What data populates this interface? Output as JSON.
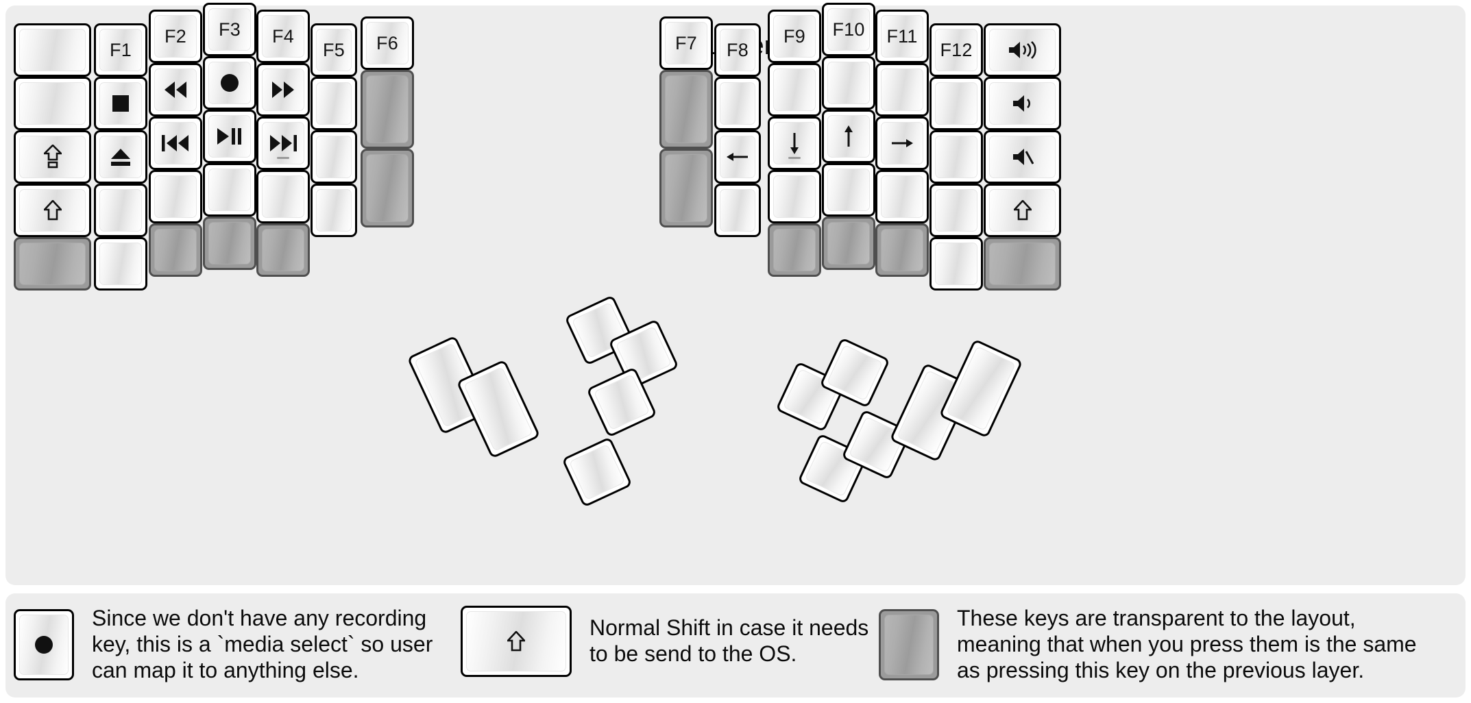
{
  "title": "fn Layer",
  "colors": {
    "page_background": "#ffffff",
    "panel_background": "#ededed",
    "key_face": "#ffffff",
    "key_border": "#000000",
    "transparent_key": "#9b9b9b",
    "transparent_key_border": "#4f4f4f",
    "legend_text": "#0b0b0b"
  },
  "left_half": {
    "columns": [
      {
        "name": "col-pinky-outer",
        "keys": [
          {
            "label": "",
            "icon": "blank",
            "type": "normal"
          },
          {
            "label": "",
            "icon": "blank",
            "type": "normal"
          },
          {
            "label": "",
            "icon": "caps-lock-shift",
            "type": "normal"
          },
          {
            "label": "",
            "icon": "shift-arrow",
            "type": "normal"
          },
          {
            "label": "",
            "icon": "transparent",
            "type": "transparent"
          }
        ]
      },
      {
        "name": "col-pinky",
        "keys": [
          {
            "label": "F1",
            "icon": "",
            "type": "normal"
          },
          {
            "label": "",
            "icon": "media-stop",
            "type": "normal"
          },
          {
            "label": "",
            "icon": "media-eject",
            "type": "normal"
          },
          {
            "label": "",
            "icon": "blank",
            "type": "normal"
          },
          {
            "label": "",
            "icon": "blank",
            "type": "normal"
          }
        ]
      },
      {
        "name": "col-ring",
        "keys": [
          {
            "label": "F2",
            "icon": "",
            "type": "normal"
          },
          {
            "label": "",
            "icon": "media-rewind",
            "type": "normal"
          },
          {
            "label": "",
            "icon": "media-prev-track",
            "type": "normal"
          },
          {
            "label": "",
            "icon": "blank",
            "type": "normal"
          },
          {
            "label": "",
            "icon": "transparent",
            "type": "transparent"
          }
        ]
      },
      {
        "name": "col-middle",
        "keys": [
          {
            "label": "F3",
            "icon": "",
            "type": "normal"
          },
          {
            "label": "",
            "icon": "media-record",
            "type": "normal"
          },
          {
            "label": "",
            "icon": "media-play-pause",
            "type": "normal"
          },
          {
            "label": "",
            "icon": "blank",
            "type": "normal"
          },
          {
            "label": "",
            "icon": "transparent",
            "type": "transparent"
          }
        ]
      },
      {
        "name": "col-index",
        "keys": [
          {
            "label": "F4",
            "icon": "",
            "type": "normal"
          },
          {
            "label": "",
            "icon": "media-fast-forward",
            "type": "normal"
          },
          {
            "label": "",
            "icon": "media-next-track",
            "type": "normal",
            "homing": true
          },
          {
            "label": "",
            "icon": "blank",
            "type": "normal"
          },
          {
            "label": "",
            "icon": "transparent",
            "type": "transparent"
          }
        ]
      },
      {
        "name": "col-index-inner",
        "keys": [
          {
            "label": "F5",
            "icon": "",
            "type": "normal"
          },
          {
            "label": "",
            "icon": "blank",
            "type": "normal"
          },
          {
            "label": "",
            "icon": "blank",
            "type": "normal"
          },
          {
            "label": "",
            "icon": "blank",
            "type": "normal"
          }
        ]
      },
      {
        "name": "col-inner",
        "keys": [
          {
            "label": "F6",
            "icon": "",
            "type": "normal"
          },
          {
            "label": "",
            "icon": "transparent",
            "type": "transparent"
          },
          {
            "label": "",
            "icon": "transparent",
            "type": "transparent"
          }
        ]
      }
    ],
    "thumb_cluster": [
      {
        "label": "",
        "icon": "blank",
        "type": "normal",
        "size": "tall"
      },
      {
        "label": "",
        "icon": "blank",
        "type": "normal",
        "size": "tall"
      },
      {
        "label": "",
        "icon": "blank",
        "type": "normal",
        "size": "small"
      },
      {
        "label": "",
        "icon": "blank",
        "type": "normal",
        "size": "small"
      },
      {
        "label": "",
        "icon": "blank",
        "type": "normal",
        "size": "small"
      },
      {
        "label": "",
        "icon": "blank",
        "type": "normal",
        "size": "small"
      }
    ]
  },
  "right_half": {
    "columns": [
      {
        "name": "col-inner",
        "keys": [
          {
            "label": "F7",
            "icon": "",
            "type": "normal"
          },
          {
            "label": "",
            "icon": "transparent",
            "type": "transparent"
          },
          {
            "label": "",
            "icon": "transparent",
            "type": "transparent"
          }
        ]
      },
      {
        "name": "col-index-inner",
        "keys": [
          {
            "label": "F8",
            "icon": "",
            "type": "normal"
          },
          {
            "label": "",
            "icon": "blank",
            "type": "normal"
          },
          {
            "label": "",
            "icon": "arrow-left",
            "type": "normal"
          },
          {
            "label": "",
            "icon": "blank",
            "type": "normal"
          }
        ]
      },
      {
        "name": "col-index",
        "keys": [
          {
            "label": "F9",
            "icon": "",
            "type": "normal"
          },
          {
            "label": "",
            "icon": "blank",
            "type": "normal"
          },
          {
            "label": "",
            "icon": "arrow-down",
            "type": "normal",
            "homing": true
          },
          {
            "label": "",
            "icon": "blank",
            "type": "normal"
          },
          {
            "label": "",
            "icon": "transparent",
            "type": "transparent"
          }
        ]
      },
      {
        "name": "col-middle",
        "keys": [
          {
            "label": "F10",
            "icon": "",
            "type": "normal"
          },
          {
            "label": "",
            "icon": "blank",
            "type": "normal"
          },
          {
            "label": "",
            "icon": "arrow-up",
            "type": "normal"
          },
          {
            "label": "",
            "icon": "blank",
            "type": "normal"
          },
          {
            "label": "",
            "icon": "transparent",
            "type": "transparent"
          }
        ]
      },
      {
        "name": "col-ring",
        "keys": [
          {
            "label": "F11",
            "icon": "",
            "type": "normal"
          },
          {
            "label": "",
            "icon": "blank",
            "type": "normal"
          },
          {
            "label": "",
            "icon": "arrow-right",
            "type": "normal"
          },
          {
            "label": "",
            "icon": "blank",
            "type": "normal"
          },
          {
            "label": "",
            "icon": "transparent",
            "type": "transparent"
          }
        ]
      },
      {
        "name": "col-pinky",
        "keys": [
          {
            "label": "F12",
            "icon": "",
            "type": "normal"
          },
          {
            "label": "",
            "icon": "blank",
            "type": "normal"
          },
          {
            "label": "",
            "icon": "blank",
            "type": "normal"
          },
          {
            "label": "",
            "icon": "blank",
            "type": "normal"
          },
          {
            "label": "",
            "icon": "blank",
            "type": "normal"
          }
        ]
      },
      {
        "name": "col-pinky-outer",
        "keys": [
          {
            "label": "",
            "icon": "volume-up",
            "type": "normal"
          },
          {
            "label": "",
            "icon": "volume-down",
            "type": "normal"
          },
          {
            "label": "",
            "icon": "volume-mute",
            "type": "normal"
          },
          {
            "label": "",
            "icon": "shift-arrow",
            "type": "normal"
          },
          {
            "label": "",
            "icon": "transparent",
            "type": "transparent"
          }
        ]
      }
    ],
    "thumb_cluster": [
      {
        "label": "",
        "icon": "blank",
        "type": "normal",
        "size": "small"
      },
      {
        "label": "",
        "icon": "blank",
        "type": "normal",
        "size": "small"
      },
      {
        "label": "",
        "icon": "blank",
        "type": "normal",
        "size": "small"
      },
      {
        "label": "",
        "icon": "blank",
        "type": "normal",
        "size": "small"
      },
      {
        "label": "",
        "icon": "blank",
        "type": "normal",
        "size": "tall"
      },
      {
        "label": "",
        "icon": "blank",
        "type": "normal",
        "size": "tall"
      }
    ]
  },
  "legend": [
    {
      "key_icon": "media-record",
      "key_type": "normal",
      "key_shape": "normal",
      "text": "Since we don't have any recording\nkey, this is a `media select` so user\ncan map it to anything else."
    },
    {
      "key_icon": "shift-arrow",
      "key_type": "normal",
      "key_shape": "wide",
      "text": "Normal Shift in case it needs\nto be send to the OS."
    },
    {
      "key_icon": "transparent",
      "key_type": "transparent",
      "key_shape": "normal",
      "text": "These keys are transparent to the layout,\nmeaning that when you press them is the same\nas pressing this key on the previous layer."
    }
  ]
}
